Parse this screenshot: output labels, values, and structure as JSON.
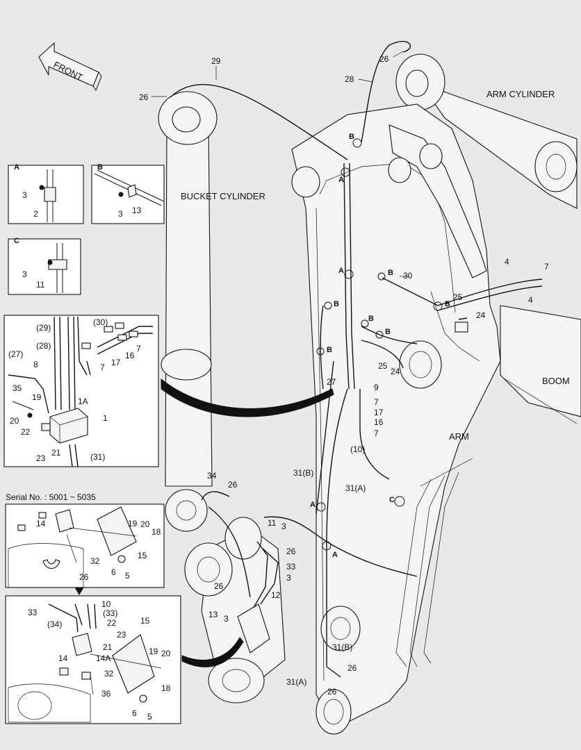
{
  "labels": {
    "front": "FRONT",
    "arm_cylinder": "ARM CYLINDER",
    "bucket_cylinder": "BUCKET CYLINDER",
    "boom": "BOOM",
    "arm": "ARM",
    "serial": "Serial No. : 5001 ~ 5035"
  },
  "detail_a": {
    "title": "A",
    "parts": [
      "3",
      "2"
    ]
  },
  "detail_b": {
    "title": "B",
    "parts": [
      "3",
      "13"
    ]
  },
  "detail_c": {
    "title": "C",
    "parts": [
      "3",
      "11"
    ]
  },
  "main_callouts": {
    "p29": "29",
    "p26a": "26",
    "p28": "28",
    "p26b": "26",
    "p4a": "4",
    "p4b": "4",
    "p7a": "7",
    "p30": "30",
    "p25a": "25",
    "p24a": "24",
    "p25b": "25",
    "p24b": "24",
    "p27": "27",
    "p9": "9",
    "p7b": "7",
    "p17": "17",
    "p16": "16",
    "p7c": "7",
    "p10": "(10)",
    "p31b": "31(B)",
    "p31a": "31(A)",
    "p34": "34",
    "p26c": "26",
    "p11": "11",
    "p3a": "3",
    "p26d": "26",
    "p33": "33",
    "p3b": "3",
    "p26e": "26",
    "p12": "12",
    "p13": "13",
    "p3c": "3",
    "p31b2": "31(B)",
    "p26f": "26",
    "p31a2": "31(A)",
    "p26g": "26"
  },
  "view_markers": {
    "b1": "B",
    "a1": "A",
    "a2": "A",
    "b2": "B",
    "b3": "B",
    "b4": "B",
    "b5": "B",
    "b6": "B",
    "b7": "B",
    "c1": "C",
    "a3": "A",
    "a4": "A"
  },
  "detail_valve": {
    "p29": "(29)",
    "p30": "(30)",
    "p28": "(28)",
    "p27": "(27)",
    "p8": "8",
    "p7a": "7",
    "p16": "16",
    "p17": "17",
    "p7b": "7",
    "p35": "35",
    "p19": "19",
    "p1a": "1A",
    "p20": "20",
    "p1": "1",
    "p22": "22",
    "p23": "23",
    "p21": "21",
    "p31": "(31)"
  },
  "detail_serial": {
    "p14": "14",
    "p19": "19",
    "p20": "20",
    "p18": "18",
    "p15": "15",
    "p32": "32",
    "p6": "6",
    "p5": "5",
    "p26": "26"
  },
  "detail_lower": {
    "p10": "10",
    "p33": "33",
    "p33b": "(33)",
    "p22": "22",
    "p34": "(34)",
    "p23": "23",
    "p15": "15",
    "p21": "21",
    "p19": "19",
    "p20": "20",
    "p14": "14",
    "p14a": "14A",
    "p32": "32",
    "p18": "18",
    "p36": "36",
    "p6": "6",
    "p5": "5"
  }
}
